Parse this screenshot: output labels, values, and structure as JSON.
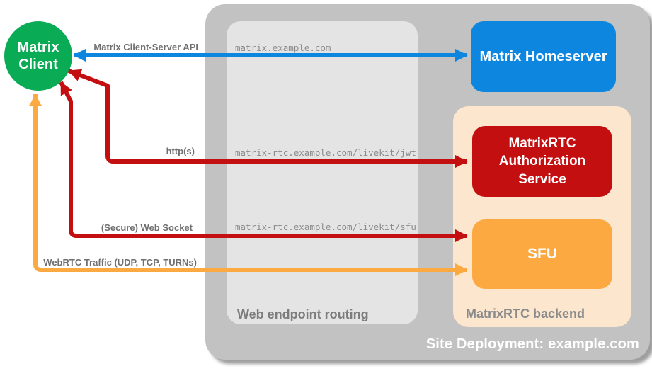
{
  "diagram": {
    "client": {
      "line1": "Matrix",
      "line2": "Client"
    },
    "deployment": {
      "label": "Site Deployment: example.com"
    },
    "routing": {
      "label": "Web endpoint routing",
      "endpoints": [
        "matrix.example.com",
        "matrix-rtc.example.com/livekit/jwt",
        "matrix-rtc.example.com/livekit/sfu"
      ]
    },
    "homeserver": {
      "label": "Matrix Homeserver"
    },
    "backend": {
      "label": "MatrixRTC backend",
      "auth_service": {
        "label": "MatrixRTC Authorization Service"
      },
      "sfu": {
        "label": "SFU"
      }
    },
    "connections": [
      {
        "label": "Matrix Client-Server API",
        "color": "#0d86e0",
        "from": "Matrix Client",
        "to": "Matrix Homeserver"
      },
      {
        "label": "http(s)",
        "color": "#c40f11",
        "from": "Matrix Client",
        "to": "MatrixRTC Authorization Service"
      },
      {
        "label": "(Secure) Web Socket",
        "color": "#c40f11",
        "from": "Matrix Client",
        "to": "SFU"
      },
      {
        "label": "WebRTC Traffic (UDP, TCP, TURNs)",
        "color": "#fba940",
        "from": "Matrix Client",
        "to": "SFU"
      }
    ],
    "colors": {
      "client_green": "#09ab55",
      "homeserver_blue": "#0d86e0",
      "auth_red": "#c40f11",
      "sfu_orange": "#fba940",
      "backend_peach": "#fce6ce",
      "deployment_gray": "#c2c2c2",
      "routing_gray": "#e4e4e4",
      "label_gray": "#6f6f6f"
    }
  }
}
